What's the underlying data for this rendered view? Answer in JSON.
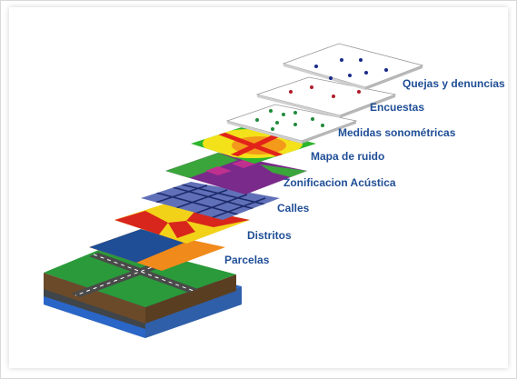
{
  "diagram": {
    "layers": [
      {
        "id": "quejas",
        "label": "Quejas y denuncias"
      },
      {
        "id": "encuestas",
        "label": "Encuestas"
      },
      {
        "id": "medidas",
        "label": "Medidas sonométricas"
      },
      {
        "id": "mapa",
        "label": "Mapa de ruido"
      },
      {
        "id": "zonificacion",
        "label": "Zonificacion Acústica"
      },
      {
        "id": "calles",
        "label": "Calles"
      },
      {
        "id": "distritos",
        "label": "Distritos"
      },
      {
        "id": "parcelas",
        "label": "Parcelas"
      }
    ],
    "colors": {
      "label": "#1f4e96",
      "white_layer": "#ffffff",
      "complaint_dot": "#1a2a8a",
      "survey_dot": "#b01c2a",
      "measure_dot": "#1f8a3a",
      "noise_green": "#2db52d",
      "noise_yellow": "#f3e21a",
      "noise_orange": "#f39a1a",
      "noise_red": "#e2231a",
      "zone_green": "#3aa53a",
      "zone_purple": "#7a2a8a",
      "zone_magenta": "#c0308f",
      "street_blue": "#6070b8",
      "street_line": "#1c2a6a",
      "district_red": "#d8261c",
      "district_yellow": "#f2d219",
      "parcel_blue": "#1f4e96",
      "parcel_orange": "#f08a1a",
      "base_grass": "#2a9a3a",
      "base_brown": "#6b4a2a",
      "base_water": "#2a66c8",
      "base_gray": "#555b60"
    }
  }
}
